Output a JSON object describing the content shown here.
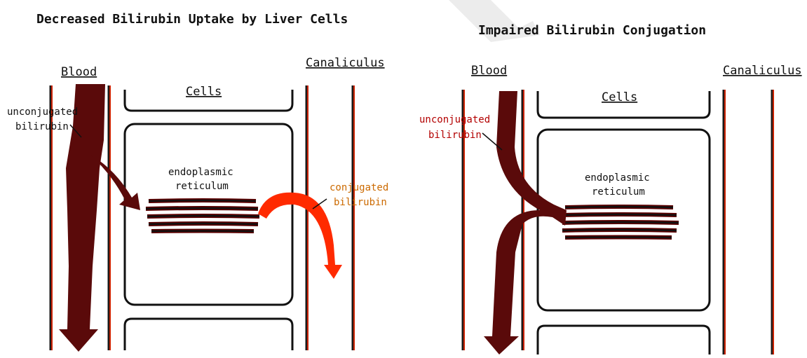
{
  "panels": [
    {
      "title": "Decreased Bilirubin Uptake by Liver Cells",
      "blood_label": "Blood",
      "canaliculus_label": "Canaliculus",
      "cells_label": "Cells",
      "er_label_line1": "endoplasmic",
      "er_label_line2": "reticulum",
      "unconj_line1": "unconjugated",
      "unconj_line2": "bilirubin",
      "conj_line1": "conjugated",
      "conj_line2": "bilirubin"
    },
    {
      "title": "Impaired Bilirubin Conjugation",
      "blood_label": "Blood",
      "canaliculus_label": "Canaliculus",
      "cells_label": "Cells",
      "er_label_line1": "endoplasmic",
      "er_label_line2": "reticulum",
      "unconj_line1": "unconjugated",
      "unconj_line2": "bilirubin"
    }
  ],
  "colors": {
    "unconjugated": "#5a0a0a",
    "conjugated": "#ff2a00",
    "walls": "#cc2200"
  }
}
